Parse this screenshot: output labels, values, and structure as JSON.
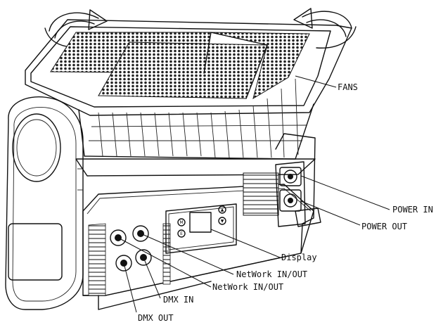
{
  "labels": {
    "fans": "FANS",
    "power_in": "POWER IN",
    "power_out": "POWER OUT",
    "display": "Display",
    "network_1": "NetWork IN/OUT",
    "network_2": "NetWork IN/OUT",
    "dmx_in": "DMX IN",
    "dmx_out": "DMX OUT"
  },
  "panel": {
    "button_m": "M",
    "button_e": "E",
    "arrow_up": "▲",
    "arrow_down": "▼"
  },
  "icons": {
    "rotate_left": "curved-rotation-arrow-icon",
    "rotate_right": "curved-rotation-arrow-icon"
  }
}
